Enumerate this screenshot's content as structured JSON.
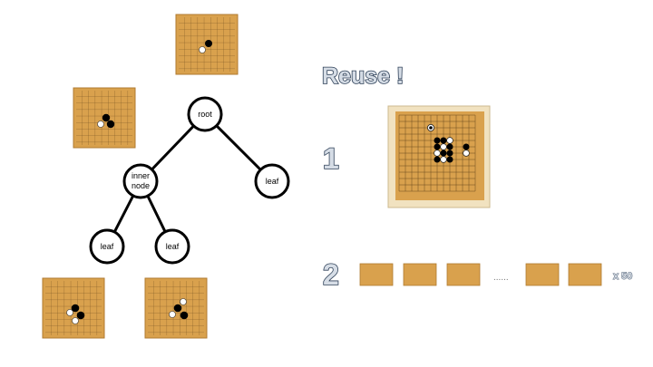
{
  "tree": {
    "root_label": "root",
    "inner_label_line1": "inner",
    "inner_label_line2": "node",
    "leaf_label": "leaf"
  },
  "reuse": {
    "title": "Reuse !",
    "item1_number": "1",
    "item2_number": "2",
    "ellipsis": "......",
    "multiplier": "x 50"
  },
  "colors": {
    "board": "#d9a14d",
    "stone_black": "#000000",
    "stone_white": "#ffffff",
    "text_fill": "#d6dde6",
    "text_outline": "#2d3f57"
  }
}
